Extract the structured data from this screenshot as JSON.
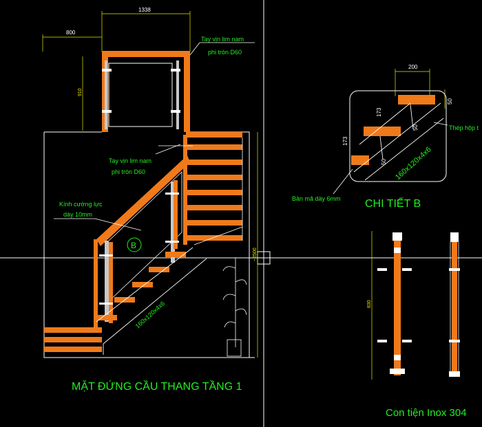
{
  "colors": {
    "background": "#000000",
    "line": "#ffffff",
    "label": "#22ee22",
    "dimension": "#e8e800",
    "wood": "#f07a1a",
    "post": "#c8c8c8"
  },
  "dimensions": {
    "top_width": "1338",
    "left_offset": "800",
    "rail_height": "910",
    "post_height": "830",
    "stair_total_height": "~2500",
    "detail_width": "200",
    "detail_riser_a": "173",
    "detail_riser_b": "173",
    "detail_thk_a": "50",
    "detail_thk_b": "50",
    "detail_thk_c": "50"
  },
  "labels": {
    "handrail_top_line1": "Tay vịn lim nam",
    "handrail_top_line2": "phi tròn D60",
    "handrail_mid_line1": "Tay vịn lim nam",
    "handrail_mid_line2": "phi tròn D60",
    "glass_line1": "Kính cường lực",
    "glass_line2": "dày 10mm",
    "stringer_main": "160x120x4x6",
    "marker_b": "B",
    "detail_stringer": "160x120x4x6",
    "steel_box": "Thép hộp t",
    "plate": "Bản mã dày 6mm"
  },
  "titles": {
    "elevation": "MẶT ĐỨNG CẦU THANG TẦNG 1",
    "detail_b": "CHI TIẾT B",
    "post": "Con tiện Inox 304"
  }
}
